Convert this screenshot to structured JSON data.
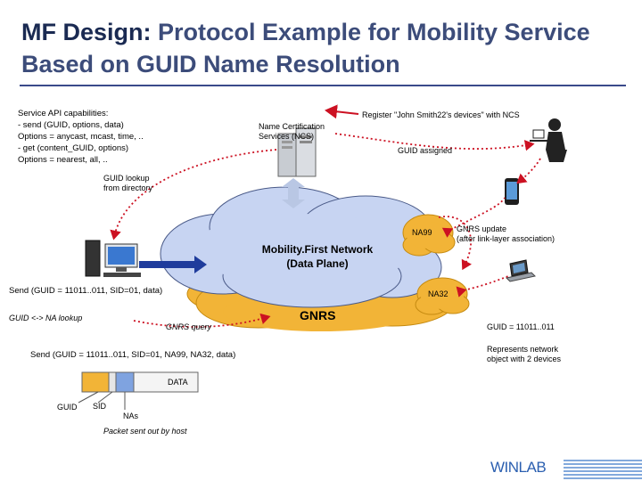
{
  "title": {
    "part1": "MF Design:",
    "part2": " Protocol Example for Mobility Service Based on GUID Name Resolution"
  },
  "capabilities": {
    "line1": "Service API capabilities:",
    "line2": "- send (GUID, options, data)",
    "line3": "Options = anycast, mcast, time, ..",
    "line4": "- get (content_GUID, options)",
    "line5": "Options = nearest, all, .."
  },
  "ncs": {
    "line1": "Name Certification",
    "line2": "Services (NCS)"
  },
  "register": "Register \"John Smith22's devices\" with NCS",
  "guid_assigned": "GUID assigned",
  "guid_lookup": {
    "line1": "GUID lookup",
    "line2": "from directory"
  },
  "network": {
    "line1": "Mobility.First Network",
    "line2": "(Data Plane)"
  },
  "na99": "NA99",
  "na32": "NA32",
  "gnrs_update": {
    "line1": "GNRS update",
    "line2": "(after link-layer association)"
  },
  "send1": "Send (GUID = 11011..011, SID=01, data)",
  "gnrs": "GNRS",
  "guid_na_lookup": "GUID <-> NA lookup",
  "gnrs_query": "GNRS query",
  "guid_value": "GUID = 11011..011",
  "send2": "Send (GUID = 11011..011, SID=01, NA99, NA32, data)",
  "represents": {
    "line1": "Represents network",
    "line2": "object with 2 devices"
  },
  "packet": {
    "data_label": "DATA",
    "guid_label": "GUID",
    "sid_label": "SID",
    "nas_label": "NAs",
    "caption": "Packet sent out by host"
  },
  "brand": "WINLAB",
  "colors": {
    "cloud_blue": "#c7d4f2",
    "cloud_gold": "#f2b437",
    "arrow_red": "#cc1122",
    "arrow_blue": "#1f3c9c",
    "title_dark": "#1a2a52"
  }
}
